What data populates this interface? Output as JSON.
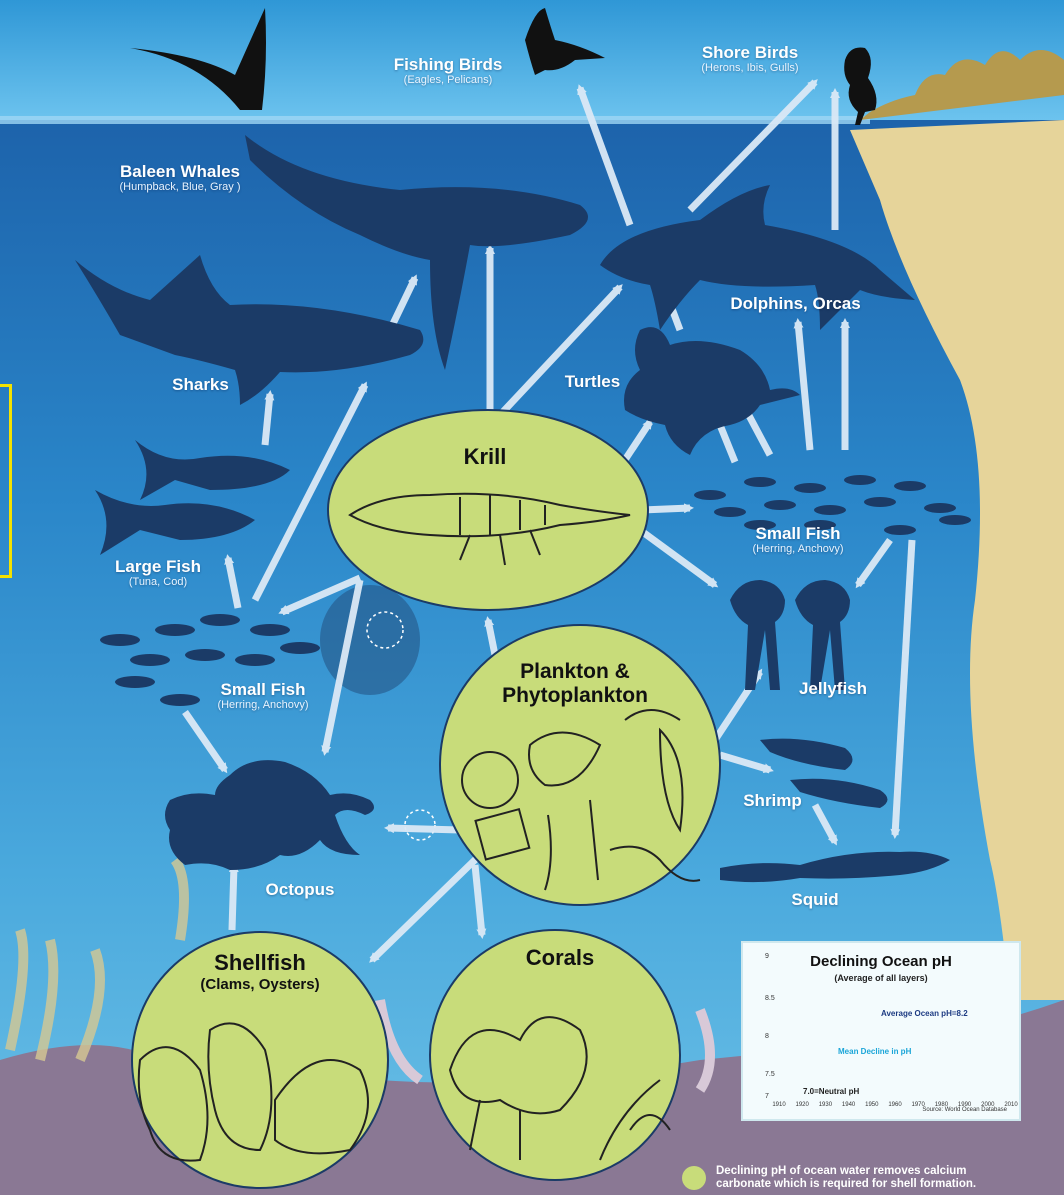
{
  "top_text": "",
  "labels": {
    "fishing_birds": {
      "name": "Fishing Birds",
      "sub": "(Eagles, Pelicans)"
    },
    "shore_birds": {
      "name": "Shore Birds",
      "sub": "(Herons, Ibis, Gulls)"
    },
    "baleen_whales": {
      "name": "Baleen Whales",
      "sub": "(Humpback, Blue, Gray )"
    },
    "dolphins": {
      "name": "Dolphins, Orcas"
    },
    "sharks": {
      "name": "Sharks"
    },
    "turtles": {
      "name": "Turtles"
    },
    "large_fish": {
      "name": "Large Fish",
      "sub": "(Tuna, Cod)"
    },
    "small_fish_right": {
      "name": "Small Fish",
      "sub": "(Herring, Anchovy)"
    },
    "small_fish_left": {
      "name": "Small Fish",
      "sub": "(Herring, Anchovy)"
    },
    "jellyfish": {
      "name": "Jellyfish"
    },
    "shrimp": {
      "name": "Shrimp"
    },
    "octopus": {
      "name": "Octopus"
    },
    "squid": {
      "name": "Squid"
    }
  },
  "circles": {
    "krill": {
      "title": "Krill"
    },
    "plankton": {
      "title_line1": "Plankton &",
      "title_line2": "Phytoplankton"
    },
    "shellfish": {
      "title": "Shellfish",
      "sub": "(Clams, Oysters)"
    },
    "corals": {
      "title": "Corals"
    }
  },
  "inset": {
    "title": "Declining Ocean pH",
    "subtitle": "(Average of all layers)",
    "y_ticks": [
      "9",
      "8.5",
      "8",
      "7.5",
      "7"
    ],
    "average_label": "Average Ocean pH=8.2",
    "decline_label": "Mean Decline in pH",
    "neutral_label": "7.0=Neutral pH",
    "x_ticks": [
      "1910",
      "1920",
      "1930",
      "1940",
      "1950",
      "1960",
      "1970",
      "1980",
      "1990",
      "2000",
      "2010"
    ],
    "source": "Source: World Ocean Database"
  },
  "legend": {
    "line1": "Declining pH of ocean water removes calcium",
    "line2": "carbonate which is required for shell formation."
  },
  "colors": {
    "sky": "#3aa3dc",
    "ocean_top": "#1f6fb6",
    "ocean_bottom": "#5ab7e3",
    "silhouette": "#1b3b67",
    "circle_fill": "#c8dc7a",
    "seafloor": "#8a7894",
    "sand": "#e8d9a1",
    "arrow": "#dbe9f6"
  }
}
